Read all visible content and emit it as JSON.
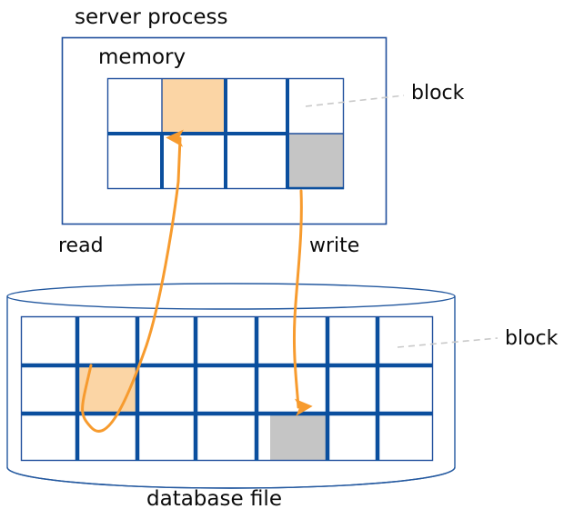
{
  "diagram": {
    "title_labels": {
      "server_process": "server process",
      "memory": "memory",
      "database_file": "database file"
    },
    "arrow_labels": {
      "read": "read",
      "write": "write"
    },
    "callouts": {
      "memory_block": "block",
      "database_block": "block"
    },
    "colors": {
      "grid_line": "#0B4F9E",
      "box_outline": "#1F4E9C",
      "cylinder_outline": "#23589F",
      "highlight_orange": "#FBD5A5",
      "highlight_gray": "#C5C5C5",
      "arrow_orange": "#F79B2E",
      "leader_gray": "#C9C9C9",
      "text": "#0B0B0B",
      "background": "#FFFFFF"
    },
    "memory_grid": {
      "columns": 4,
      "rows": 2,
      "highlighted_cells": [
        {
          "row": 0,
          "col": 1,
          "fill": "orange"
        },
        {
          "row": 1,
          "col": 3,
          "fill": "gray"
        }
      ]
    },
    "database_grid": {
      "columns": 7,
      "rows": 3,
      "highlighted_cells": [
        {
          "row": 1,
          "col": 1,
          "fill": "orange"
        },
        {
          "row": 2,
          "col": 4,
          "fill": "gray"
        }
      ]
    },
    "arrows": [
      {
        "name": "read",
        "from": "database-orange-block",
        "to": "memory-orange-block",
        "direction": "up"
      },
      {
        "name": "write",
        "from": "memory-gray-block",
        "to": "database-gray-block",
        "direction": "down"
      }
    ]
  }
}
